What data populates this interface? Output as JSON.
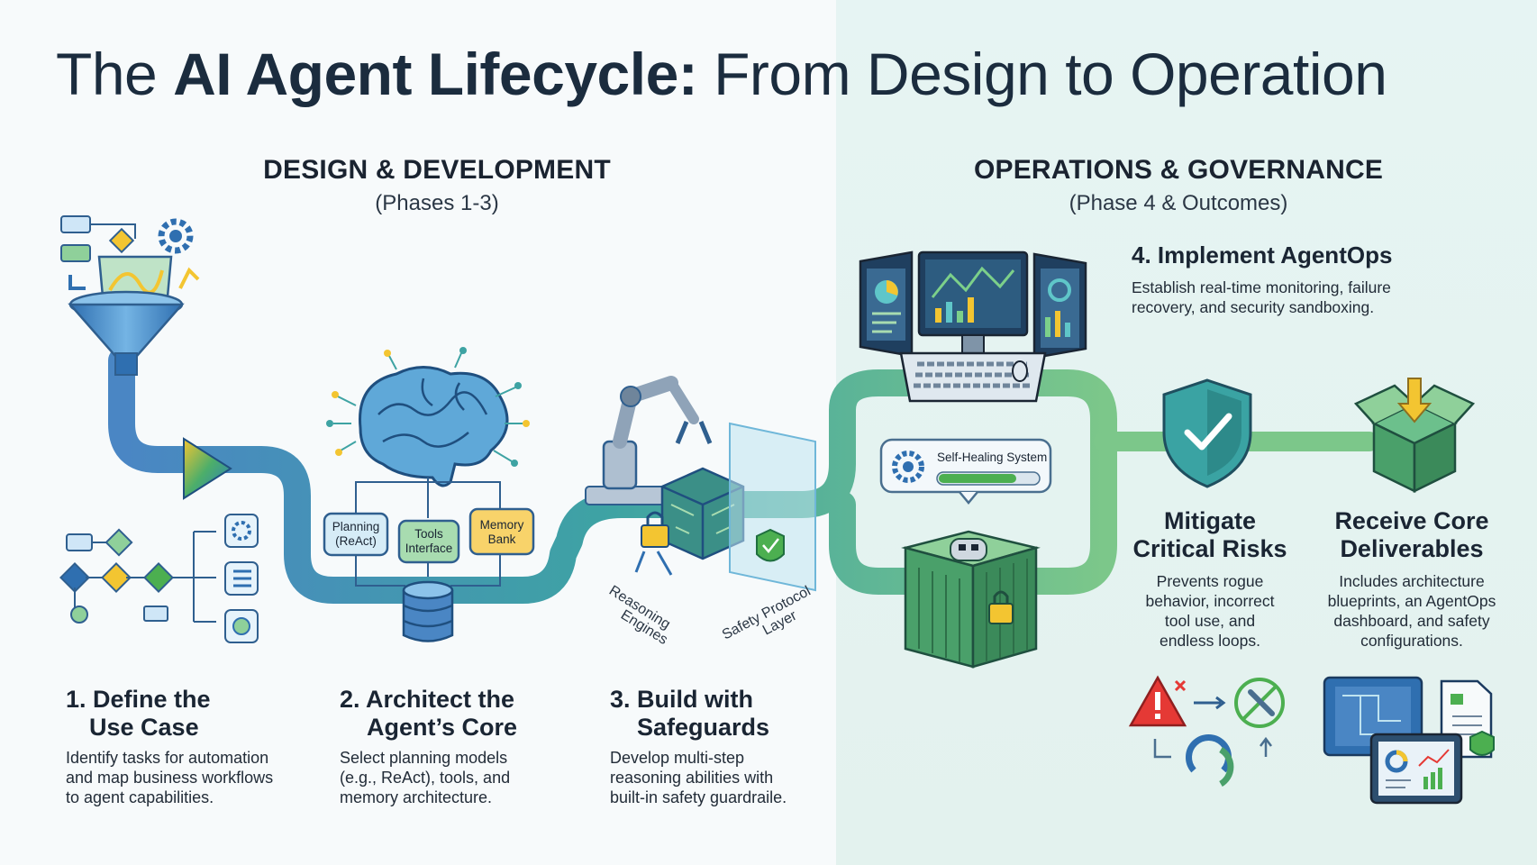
{
  "title": {
    "part1": "The ",
    "bold": "AI Agent Lifecycle:",
    "part2": " From Design to Operation"
  },
  "sections": {
    "left": {
      "heading": "DESIGN & DEVELOPMENT",
      "subheading": "(Phases 1-3)"
    },
    "right": {
      "heading": "OPERATIONS & GOVERNANCE",
      "subheading": "(Phase 4 & Outcomes)"
    }
  },
  "steps": {
    "s1": {
      "title_line1": "1. Define the",
      "title_line2": "Use Case",
      "desc_line1": "Identify tasks for automation",
      "desc_line2": "and map business workflows",
      "desc_line3": "to agent capabilities."
    },
    "s2": {
      "title_line1": "2. Architect the",
      "title_line2": "Agent’s Core",
      "desc_line1": "Select planning models",
      "desc_line2": "(e.g., ReAct), tools, and",
      "desc_line3": "memory architecture."
    },
    "s3": {
      "title_line1": "3. Build with",
      "title_line2": "Safeguards",
      "desc_line1": "Develop multi-step",
      "desc_line2": "reasoning abilities with",
      "desc_line3": "built-in safety guardraile."
    },
    "s4": {
      "title": "4. Implement AgentOps",
      "desc_line1": "Establish real-time monitoring, failure",
      "desc_line2": "recovery, and security sandboxing."
    },
    "risks": {
      "title_line1": "Mitigate",
      "title_line2": "Critical Risks",
      "desc_line1": "Prevents rogue",
      "desc_line2": "behavior, incorrect",
      "desc_line3": "tool use, and",
      "desc_line4": "endless loops."
    },
    "deliverables": {
      "title_line1": "Receive Core",
      "title_line2": "Deliverables",
      "desc_line1": "Includes architecture",
      "desc_line2": "blueprints, an AgentOps",
      "desc_line3": "dashboard, and safety",
      "desc_line4": "configurations."
    }
  },
  "diagram_labels": {
    "planning_line1": "Planning",
    "planning_line2": "(ReAct)",
    "tools_line1": "Tools",
    "tools_line2": "Interface",
    "memory_line1": "Memory",
    "memory_line2": "Bank",
    "reasoning_line1": "Reasoning",
    "reasoning_line2": "Engines",
    "safety_line1": "Safety Protocol",
    "safety_line2": "Layer",
    "self_healing": "Self-Healing System"
  },
  "colors": {
    "pipe_blue": "#4a86c4",
    "pipe_teal": "#3ea3a3",
    "pipe_green": "#6cc08c",
    "accent_yellow": "#f1c232",
    "accent_green": "#4caf50",
    "warning_red": "#e53935"
  }
}
